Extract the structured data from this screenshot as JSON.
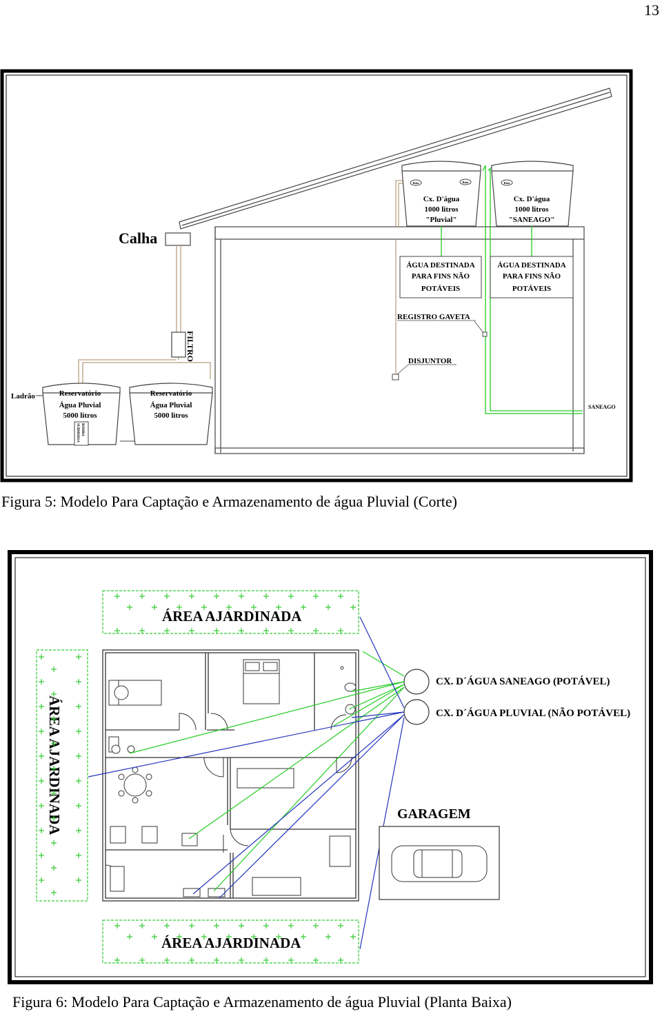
{
  "page_number": "13",
  "figure5": {
    "caption": "Figura 5: Modelo Para Captação e Armazenamento de água Pluvial (Corte)",
    "labels": {
      "calha": "Calha",
      "filtro": "FILTRO",
      "ladrao": "Ladrão",
      "bomba": "BOMBA",
      "bomba2": "SUBMERSA",
      "reservatorio_title": "Reservatório",
      "reservatorio_type": "Água Pluvial",
      "reservatorio_capacity": "5000 litros",
      "boia": "Bóia",
      "cx_title": "Cx. D'água",
      "cx_capacity": "1000 litros",
      "cx_pluvial": "\"Pluvial\"",
      "cx_saneago": "\"SANEAGO\"",
      "agua_l1": "ÁGUA DESTINADA",
      "agua_l2": "PARA FINS NÃO",
      "agua_l3": "POTÁVEIS",
      "registro": "REGISTRO GAVETA",
      "disjuntor": "DISJUNTOR",
      "saneago": "SANEAGO"
    }
  },
  "figure6": {
    "caption": "Figura 6: Modelo Para Captação e Armazenamento de água Pluvial (Planta Baixa)",
    "labels": {
      "area_ajardinada": "ÁREA AJARDINADA",
      "cx_saneago": "CX. D´ÁGUA SANEAGO (POTÁVEL)",
      "cx_pluvial": "CX. D´ÁGUA PLUVIAL (NÃO POTÁVEL)",
      "garagem": "GARAGEM"
    }
  },
  "colors": {
    "frame": "#000000",
    "green_pipe": "#22cc22",
    "blue_pipe": "#2233bb",
    "tan_pipe": "#b8a080",
    "garden": "#33cc33"
  }
}
